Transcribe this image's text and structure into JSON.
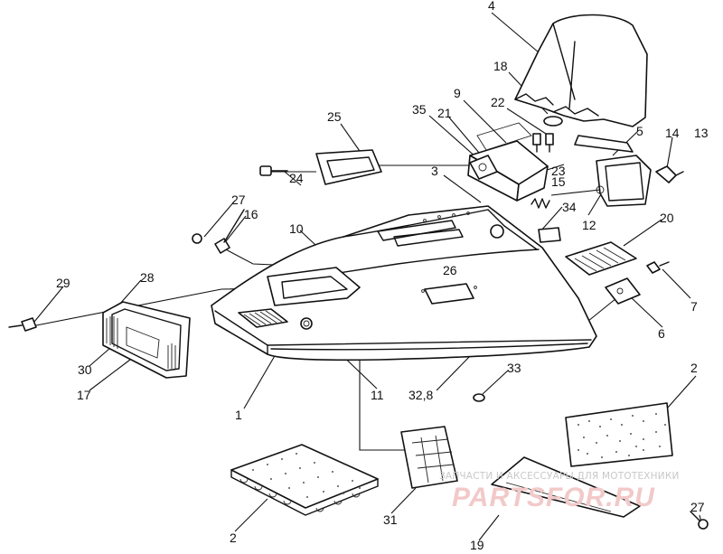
{
  "callouts": [
    {
      "id": "c4",
      "text": "4"
    },
    {
      "id": "c18",
      "text": "18"
    },
    {
      "id": "c22",
      "text": "22"
    },
    {
      "id": "c9",
      "text": "9"
    },
    {
      "id": "c35",
      "text": "35"
    },
    {
      "id": "c21",
      "text": "21"
    },
    {
      "id": "c25",
      "text": "25"
    },
    {
      "id": "c5",
      "text": "5"
    },
    {
      "id": "c14",
      "text": "14"
    },
    {
      "id": "c13",
      "text": "13"
    },
    {
      "id": "c3",
      "text": "3"
    },
    {
      "id": "c23",
      "text": "23"
    },
    {
      "id": "c24",
      "text": "24"
    },
    {
      "id": "c15",
      "text": "15"
    },
    {
      "id": "c27a",
      "text": "27"
    },
    {
      "id": "c16",
      "text": "16"
    },
    {
      "id": "c34",
      "text": "34"
    },
    {
      "id": "c12",
      "text": "12"
    },
    {
      "id": "c10",
      "text": "10"
    },
    {
      "id": "c20",
      "text": "20"
    },
    {
      "id": "c26",
      "text": "26"
    },
    {
      "id": "c28",
      "text": "28"
    },
    {
      "id": "c29",
      "text": "29"
    },
    {
      "id": "c7",
      "text": "7"
    },
    {
      "id": "c6",
      "text": "6"
    },
    {
      "id": "c30",
      "text": "30"
    },
    {
      "id": "c33",
      "text": "33"
    },
    {
      "id": "c11",
      "text": "11"
    },
    {
      "id": "c17",
      "text": "17"
    },
    {
      "id": "c328",
      "text": "32,8"
    },
    {
      "id": "c1",
      "text": "1"
    },
    {
      "id": "c2a",
      "text": "2"
    },
    {
      "id": "c2b",
      "text": "2"
    },
    {
      "id": "c31",
      "text": "31"
    },
    {
      "id": "c27b",
      "text": "27"
    },
    {
      "id": "c19",
      "text": "19"
    }
  ],
  "watermark": {
    "tagline": "ЗАПЧАСТИ И АКСЕССУАРЫ ДЛЯ МОТОТЕХНИКИ",
    "logo": "PARTSFOR.RU"
  }
}
